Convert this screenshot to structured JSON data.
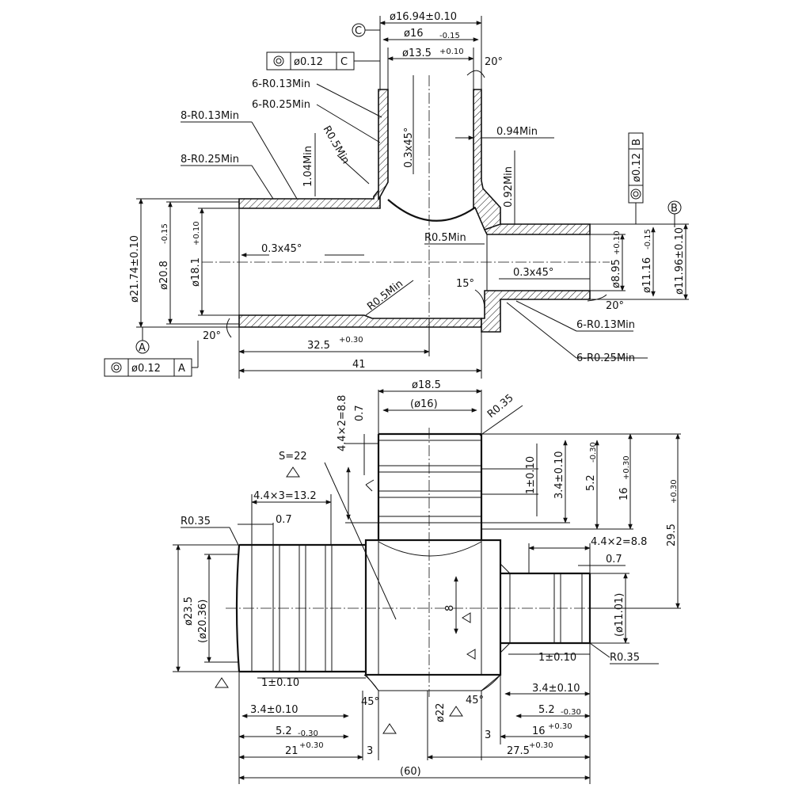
{
  "top_view": {
    "dims": {
      "branch_outer": "ø16.94±0.10",
      "branch_od": "ø16",
      "branch_od_tol": "-0.15",
      "branch_id": "ø13.5",
      "branch_id_tol": "+0.10",
      "datum_c": "C",
      "frame_c_tol": "ø0.12",
      "frame_c_ref": "C",
      "angle_branch": "20°",
      "r013_branch": "6-R0.13Min",
      "r025_branch": "6-R0.25Min",
      "r013_main": "8-R0.13Min",
      "r025_main": "8-R0.25Min",
      "r05_branch": "R0.5Min",
      "wall_104": "1.04Min",
      "chamfer_branch": "0.3x45°",
      "wall_094": "0.94Min",
      "wall_092": "0.92Min",
      "frame_b_tol": "ø0.12",
      "frame_b_ref": "B",
      "datum_b": "B",
      "r05_outlet": "R0.5Min",
      "chamfer_main": "0.3x45°",
      "chamfer_outlet": "0.3x45°",
      "main_outer": "ø21.74±0.10",
      "main_od": "ø20.8",
      "main_od_tol": "-0.15",
      "main_id": "ø18.1",
      "main_id_tol": "+0.10",
      "outlet_id": "ø8.95",
      "outlet_id_tol": "+0.10",
      "outlet_od": "ø11.16",
      "outlet_od_tol": "-0.15",
      "outlet_outer": "ø11.96±0.10",
      "r05_main": "R0.5Min",
      "angle_15": "15°",
      "angle_20_outlet": "20°",
      "r013_outlet": "6-R0.13Min",
      "r025_outlet": "6-R0.25Min",
      "datum_a": "A",
      "angle_20_main": "20°",
      "frame_a_tol": "ø0.12",
      "frame_a_ref": "A",
      "len_325": "32.5",
      "len_325_tol": "+0.30",
      "len_41": "41"
    }
  },
  "bottom_view": {
    "dims": {
      "top_od": "ø18.5",
      "top_ref": "(ø16)",
      "r035_top": "R0.35",
      "pitch_top": "4.4×2=8.8",
      "rib_07_top": "0.7",
      "top_1": "1±0.10",
      "top_34": "3.4±0.10",
      "top_52": "5.2",
      "top_52_tol": "-0.30",
      "top_16": "16",
      "top_16_tol": "+0.30",
      "height_295": "29.5",
      "height_295_tol": "+0.30",
      "hex_s22": "S=22",
      "pitch_left": "4.4×3=13.2",
      "r035_left": "R0.35",
      "rib_07_left": "0.7",
      "left_od": "ø23.5",
      "left_ref": "(ø20.36)",
      "center_8": "8",
      "pitch_right": "4.4×2=8.8",
      "rib_07_right": "0.7",
      "right_ref": "(ø11.01)",
      "r035_right": "R0.35",
      "right_1": "1±0.10",
      "left_1": "1±0.10",
      "angle_45_left": "45°",
      "angle_45_right": "45°",
      "right_34": "3.4±0.10",
      "left_34": "3.4±0.10",
      "right_52": "5.2",
      "right_52_tol": "-0.30",
      "left_52": "5.2",
      "left_52_tol": "-0.30",
      "dia_22": "ø22",
      "gap_3_right": "3",
      "right_16": "16",
      "right_16_tol": "+0.30",
      "left_21": "21",
      "left_21_tol": "+0.30",
      "gap_3_left": "3",
      "right_275": "27.5",
      "right_275_tol": "+0.30",
      "total_60": "(60)"
    }
  }
}
